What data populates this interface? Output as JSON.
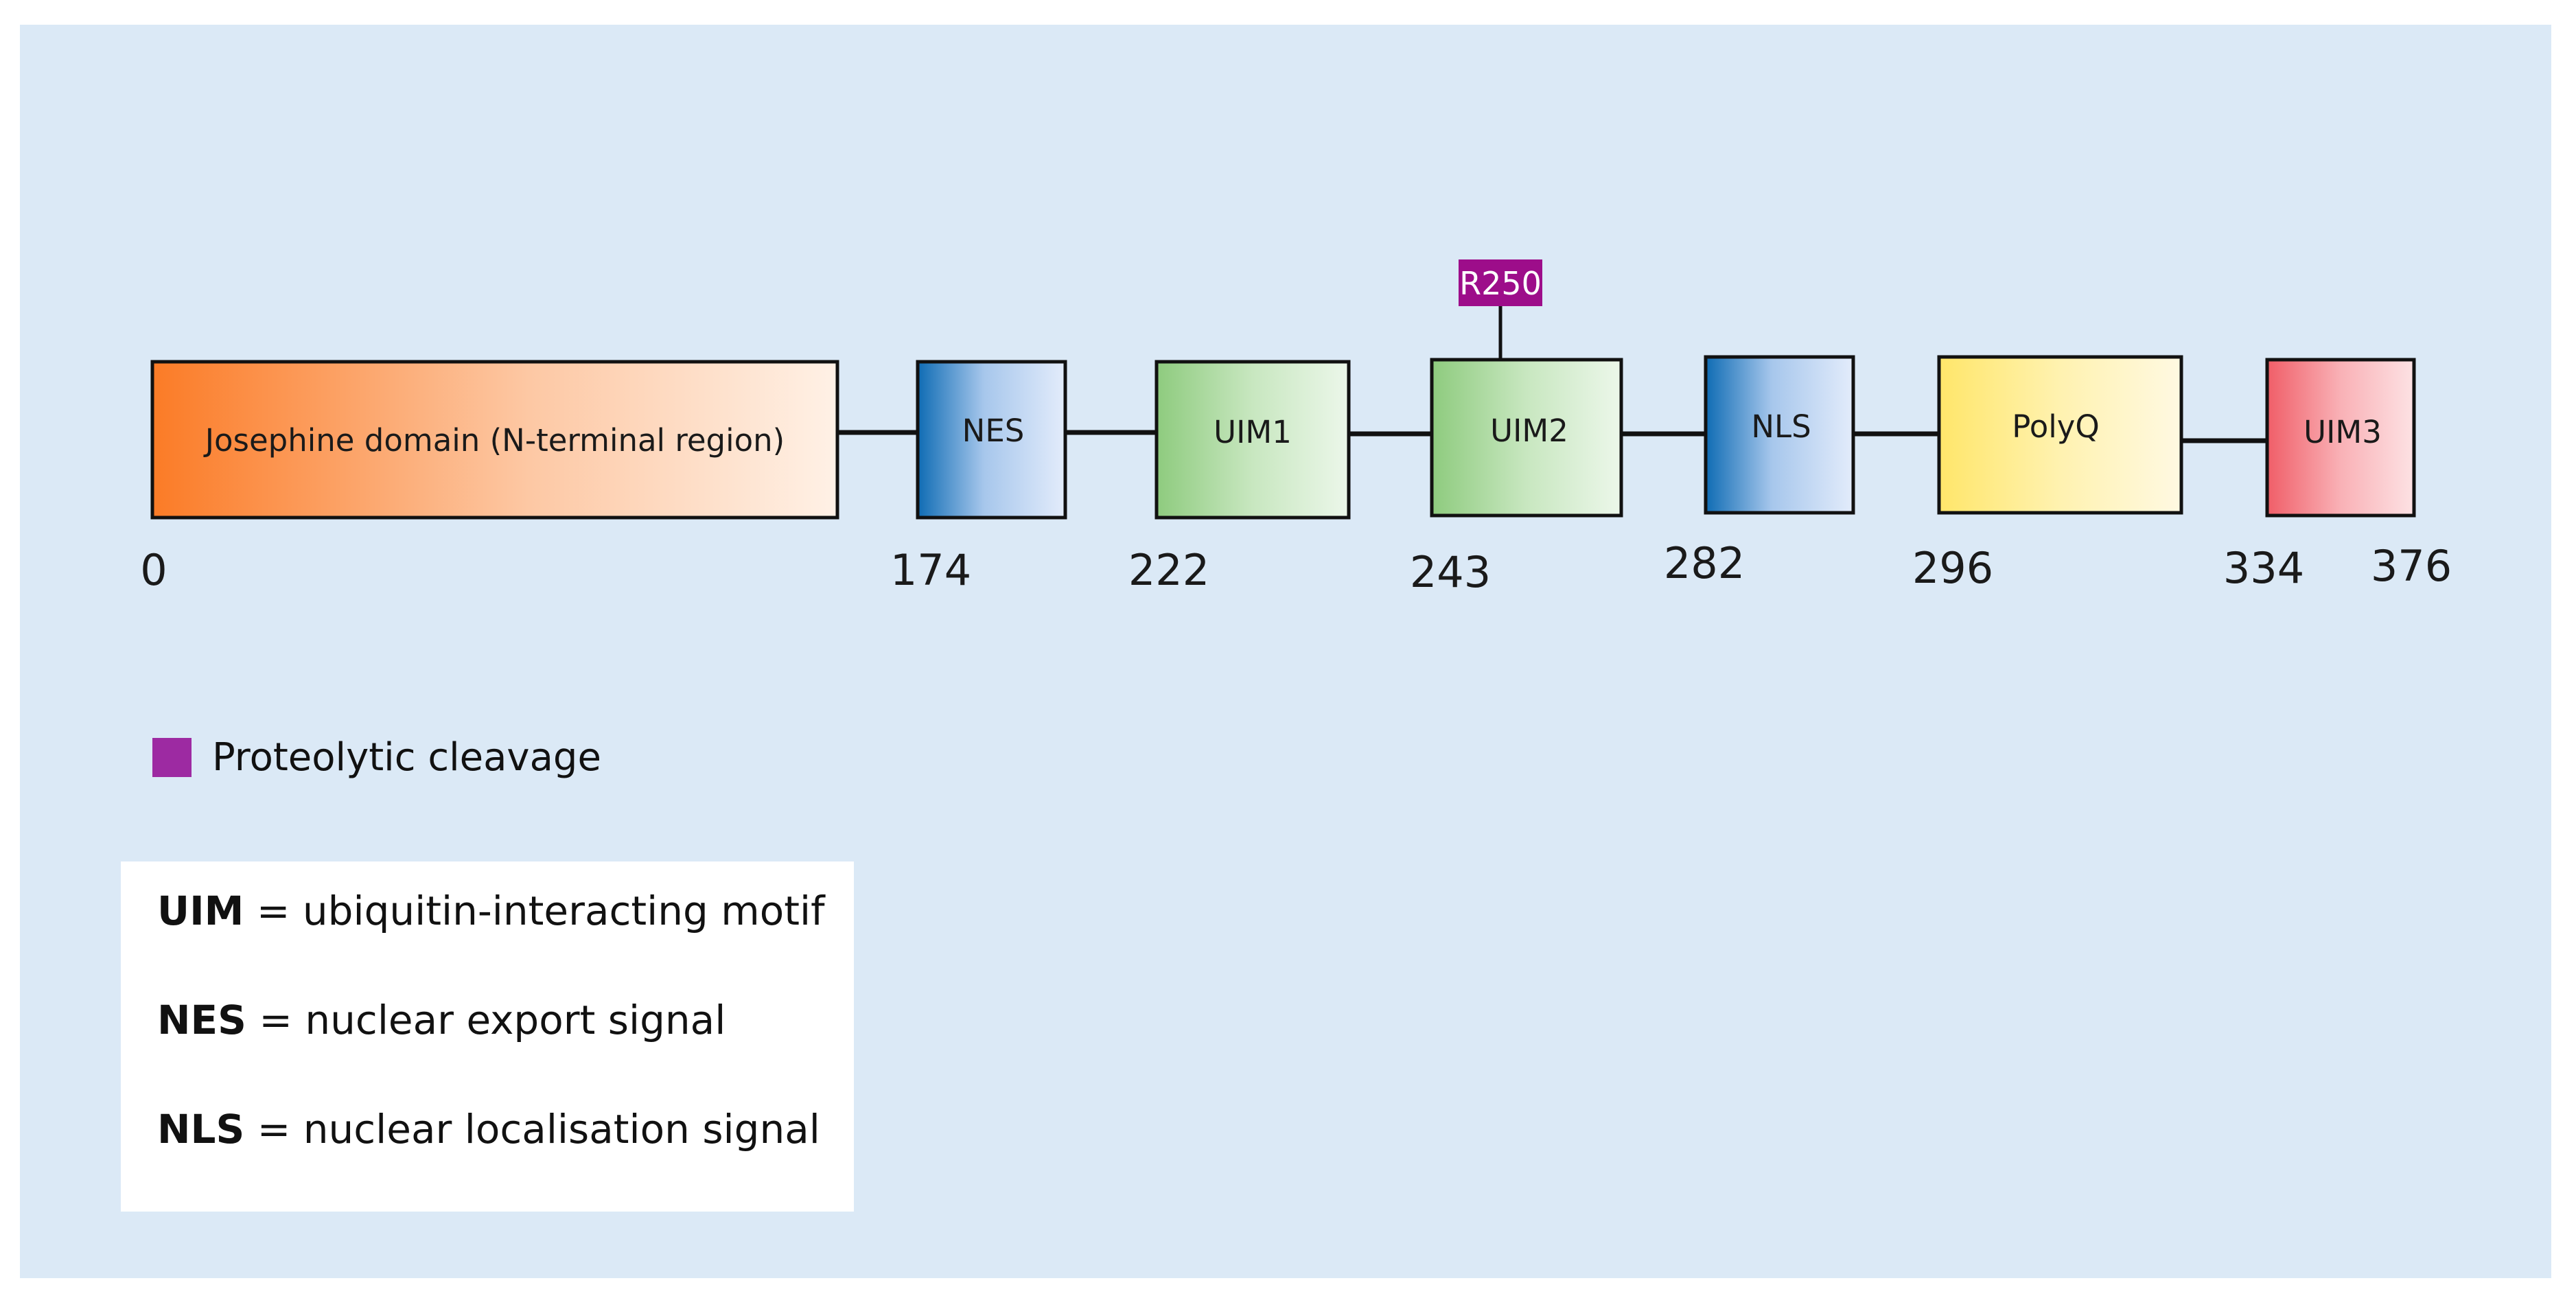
{
  "domains": [
    {
      "id": "josephine",
      "label": "Josephine domain (N-terminal region)",
      "start": 0,
      "fill": "orange-gradient"
    },
    {
      "id": "nes",
      "label": "NES",
      "start": 174,
      "fill": "blue-gradient"
    },
    {
      "id": "uim1",
      "label": "UIM1",
      "start": 222,
      "fill": "green-gradient"
    },
    {
      "id": "uim2",
      "label": "UIM2",
      "start": 243,
      "fill": "green-gradient"
    },
    {
      "id": "nls",
      "label": "NLS",
      "start": 282,
      "fill": "blue-gradient"
    },
    {
      "id": "polyq",
      "label": "PolyQ",
      "start": 296,
      "fill": "yellow-gradient"
    },
    {
      "id": "uim3",
      "label": "UIM3",
      "start": 334,
      "fill": "red-gradient"
    }
  ],
  "positions": [
    "0",
    "174",
    "222",
    "243",
    "282",
    "296",
    "334",
    "376"
  ],
  "cleavage_site": {
    "label": "R250",
    "on_domain": "uim2",
    "color": "#9d0d8a"
  },
  "legend": {
    "swatch_color": "#9d2aa2",
    "swatch_label": "Proteolytic cleavage",
    "abbreviations": [
      {
        "term": "UIM",
        "definition": " = ubiquitin-interacting motif"
      },
      {
        "term": "NES",
        "definition": " = nuclear export signal"
      },
      {
        "term": "NLS",
        "definition": " = nuclear localisation signal"
      }
    ]
  },
  "colors": {
    "panel_background": "#dbe9f6",
    "orange": "#fa7d2b",
    "blue": "#1a6fb5",
    "green": "#8ecb7e",
    "yellow": "#ffe76b",
    "red": "#f0606a"
  }
}
